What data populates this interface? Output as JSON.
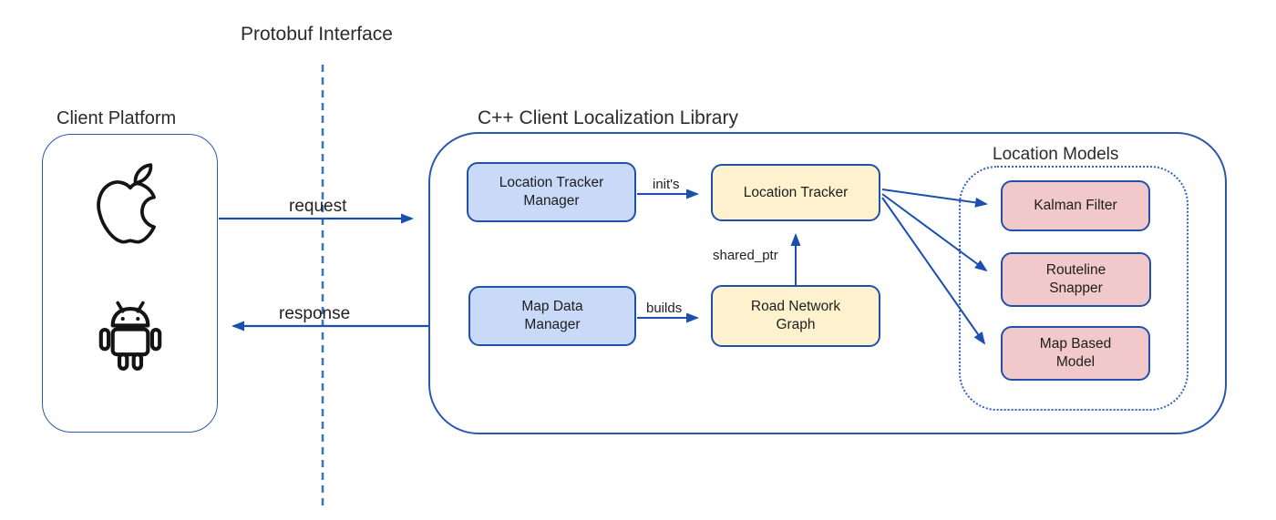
{
  "titles": {
    "protobuf": "Protobuf Interface",
    "client_platform": "Client Platform",
    "library": "C++ Client Localization Library",
    "location_models": "Location Models"
  },
  "flows": {
    "request": "request",
    "response": "response"
  },
  "edges": {
    "inits": "init's",
    "builds": "builds",
    "shared_ptr": "shared_ptr"
  },
  "nodes": {
    "location_tracker_manager": "Location Tracker Manager",
    "location_tracker": "Location Tracker",
    "map_data_manager": "Map Data Manager",
    "road_network_graph": "Road Network Graph",
    "kalman_filter": "Kalman Filter",
    "routeline_snapper": "Routeline Snapper",
    "map_based_model": "Map Based Model"
  },
  "icons": {
    "apple": "apple-icon",
    "android": "android-icon"
  },
  "colors": {
    "node_border": "#2150a8",
    "container_border": "#2b58ad",
    "arrow": "#1a4fb0",
    "dashed_line": "#3f74b8",
    "blue_fill": "#c9daf8",
    "yellow_fill": "#fdf2cd",
    "pink_fill": "#f1c9cb",
    "text": "#1d1d1d"
  }
}
